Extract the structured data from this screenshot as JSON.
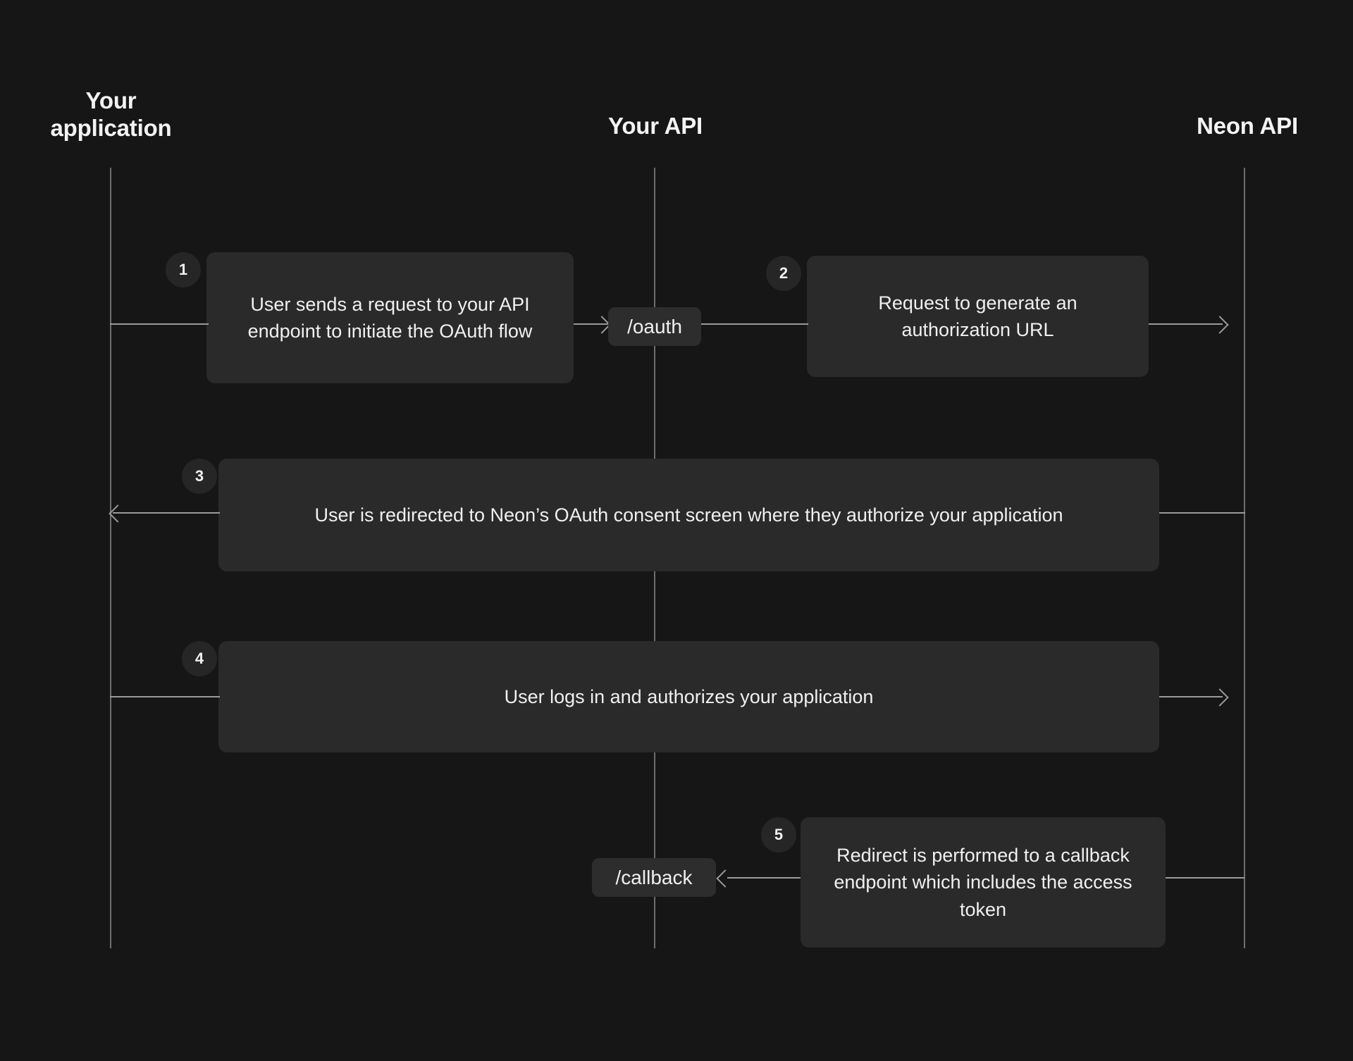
{
  "diagram": {
    "title": "Neon OAuth flow sequence diagram",
    "background_color": "#161616",
    "box_color": "#2a2a2a",
    "line_color": "#9a9a9a",
    "text_color": "#f0f0f0"
  },
  "participants": [
    {
      "id": "application",
      "label": "Your\napplication"
    },
    {
      "id": "your-api",
      "label": "Your API"
    },
    {
      "id": "neon-api",
      "label": "Neon API"
    }
  ],
  "steps": [
    {
      "number": "1",
      "text": "User sends a request to your API endpoint to initiate the OAuth flow",
      "from": "application",
      "to": "your-api",
      "direction": "right"
    },
    {
      "number": "2",
      "text": "Request to generate an authorization URL",
      "from": "your-api",
      "to": "neon-api",
      "direction": "right"
    },
    {
      "number": "3",
      "text": "User is redirected to Neon’s OAuth consent screen where they authorize your application",
      "from": "neon-api",
      "to": "application",
      "direction": "left"
    },
    {
      "number": "4",
      "text": "User logs in and authorizes your application",
      "from": "application",
      "to": "neon-api",
      "direction": "right"
    },
    {
      "number": "5",
      "text": "Redirect is performed to a callback endpoint which includes the access token",
      "from": "neon-api",
      "to": "your-api",
      "direction": "left"
    }
  ],
  "endpoints": [
    {
      "id": "oauth",
      "label": "/oauth"
    },
    {
      "id": "callback",
      "label": "/callback"
    }
  ]
}
